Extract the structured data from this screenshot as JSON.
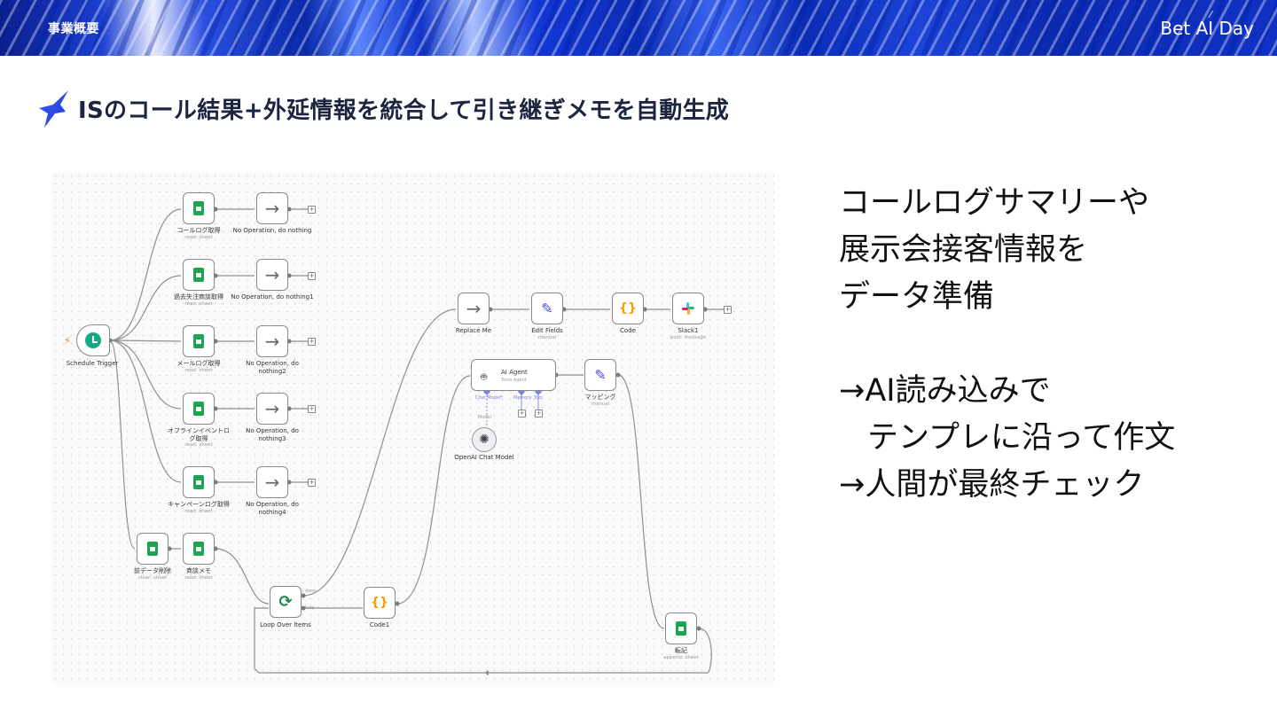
{
  "header": {
    "section_label": "事業概要",
    "brand": "Bet AI Day",
    "accent_color": "#1235c8"
  },
  "title": "ISのコール結果+外延情報を統合して引き継ぎメモを自動生成",
  "workflow": {
    "nodes": {
      "schedule_trigger": "Schedule Trigger",
      "call_log": {
        "label": "コールログ取得",
        "sub": "read: sheet"
      },
      "noop": "No Operation, do nothing",
      "past_order": {
        "label": "過去失注商談取得",
        "sub": "read: sheet"
      },
      "noop1": "No Operation, do nothing1",
      "mail_log": {
        "label": "メールログ取得",
        "sub": "read: sheet"
      },
      "noop2": "No Operation, do nothing2",
      "offline_event": {
        "label": "オフラインイベントログ取得",
        "sub": "read: sheet"
      },
      "noop3": "No Operation, do nothing3",
      "campaign_log": {
        "label": "キャンペーンログ取得",
        "sub": "read: sheet"
      },
      "noop4": "No Operation, do nothing4",
      "delete_prev": {
        "label": "前データ削除",
        "sub": "clear: sheet"
      },
      "deal_memo": {
        "label": "商談メモ",
        "sub": "read: sheet"
      },
      "loop": "Loop Over Items",
      "loop_done": "done",
      "loop_loop": "loop",
      "code1": "Code1",
      "replace_me": "Replace Me",
      "edit_fields": {
        "label": "Edit Fields",
        "sub": "manual"
      },
      "code": "Code",
      "slack": {
        "label": "Slack1",
        "sub": "post: message"
      },
      "ai_agent": {
        "label": "AI Agent",
        "sub": "Tools Agent",
        "ports": [
          "Chat Model*",
          "Memory",
          "Tool"
        ]
      },
      "model_port": "Model",
      "openai": "OpenAI Chat Model",
      "mapping": {
        "label": "マッピング",
        "sub": "manual"
      },
      "transcribe": {
        "label": "転記",
        "sub": "append: sheet"
      }
    }
  },
  "bullets": {
    "line1": "コールログサマリーや",
    "line2": "展示会接客情報を",
    "line3": "データ準備",
    "line4": "→AI読み込みで",
    "line5": "テンプレに沿って作文",
    "line6": "→人間が最終チェック"
  },
  "icons": {
    "sheets": "google-sheets-icon",
    "arrow": "arrow-right-icon",
    "pencil": "pencil-icon",
    "code": "code-braces-icon",
    "slack": "slack-icon",
    "robot": "robot-icon",
    "openai": "openai-icon",
    "loop": "refresh-icon",
    "clock": "clock-icon"
  }
}
